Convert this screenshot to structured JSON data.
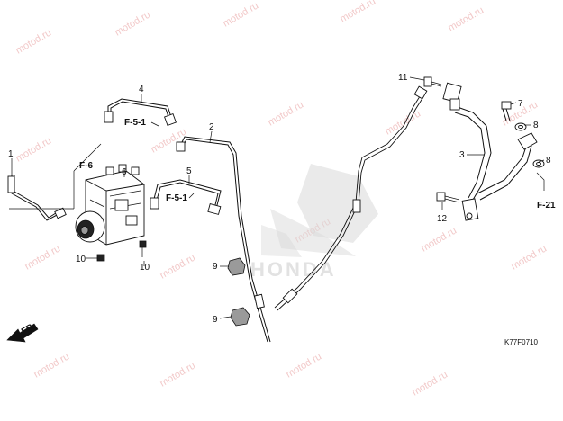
{
  "diagram": {
    "watermark": "motod.ru",
    "brand": "HONDA",
    "drawing_code": "K77F0710",
    "direction_label": "FR.",
    "callouts": [
      "1",
      "2",
      "3",
      "4",
      "5",
      "6",
      "7",
      "8",
      "8",
      "9",
      "9",
      "10",
      "10",
      "11",
      "12"
    ],
    "references": [
      "F-5-1",
      "F-5-1",
      "F-6",
      "F-21"
    ]
  }
}
